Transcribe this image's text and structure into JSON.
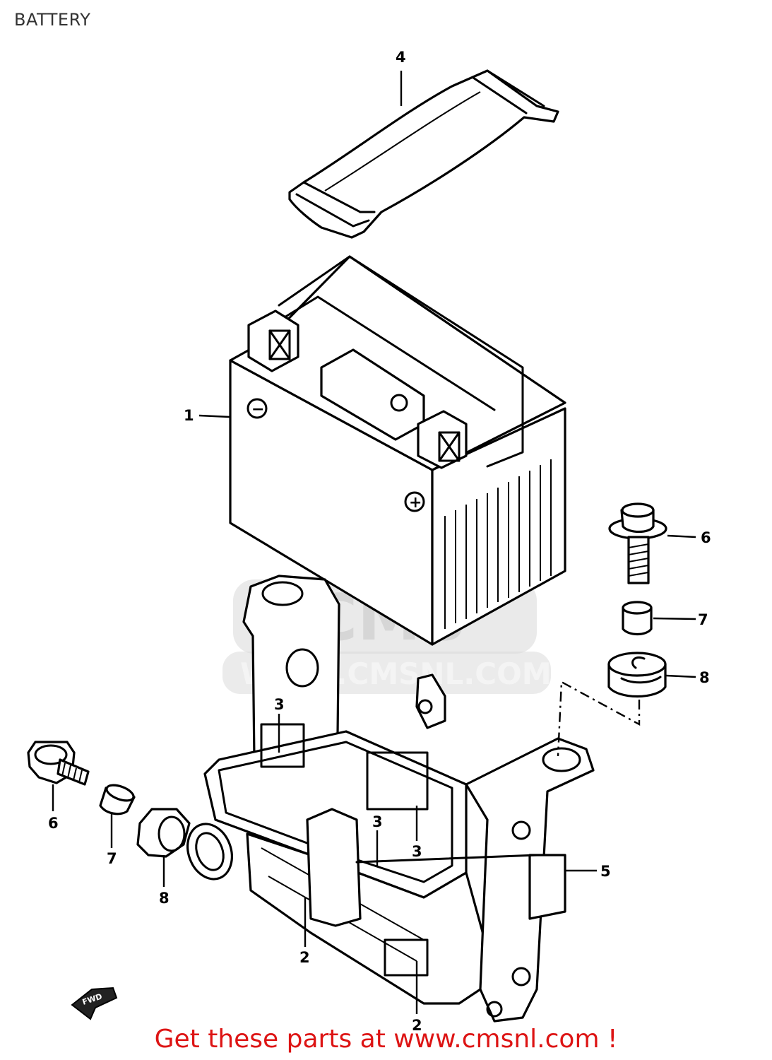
{
  "title": "BATTERY",
  "watermark": {
    "brand": "CMS",
    "url": "WWW.CMSNL.COM"
  },
  "callouts": {
    "c1": "1",
    "c2a": "2",
    "c2b": "2",
    "c3a": "3",
    "c3b": "3",
    "c3c": "3",
    "c4": "4",
    "c5": "5",
    "c6a": "6",
    "c6b": "6",
    "c7a": "7",
    "c7b": "7",
    "c8a": "8",
    "c8b": "8"
  },
  "terminals": {
    "negative": "−",
    "positive": "+"
  },
  "fwd_label": "FWD",
  "footer": {
    "text": "Get these parts at www.cmsnl.com !",
    "color": "#dd1414"
  },
  "colors": {
    "footer_red": "#dd1414",
    "watermark_gray": "#d8d8d8"
  }
}
